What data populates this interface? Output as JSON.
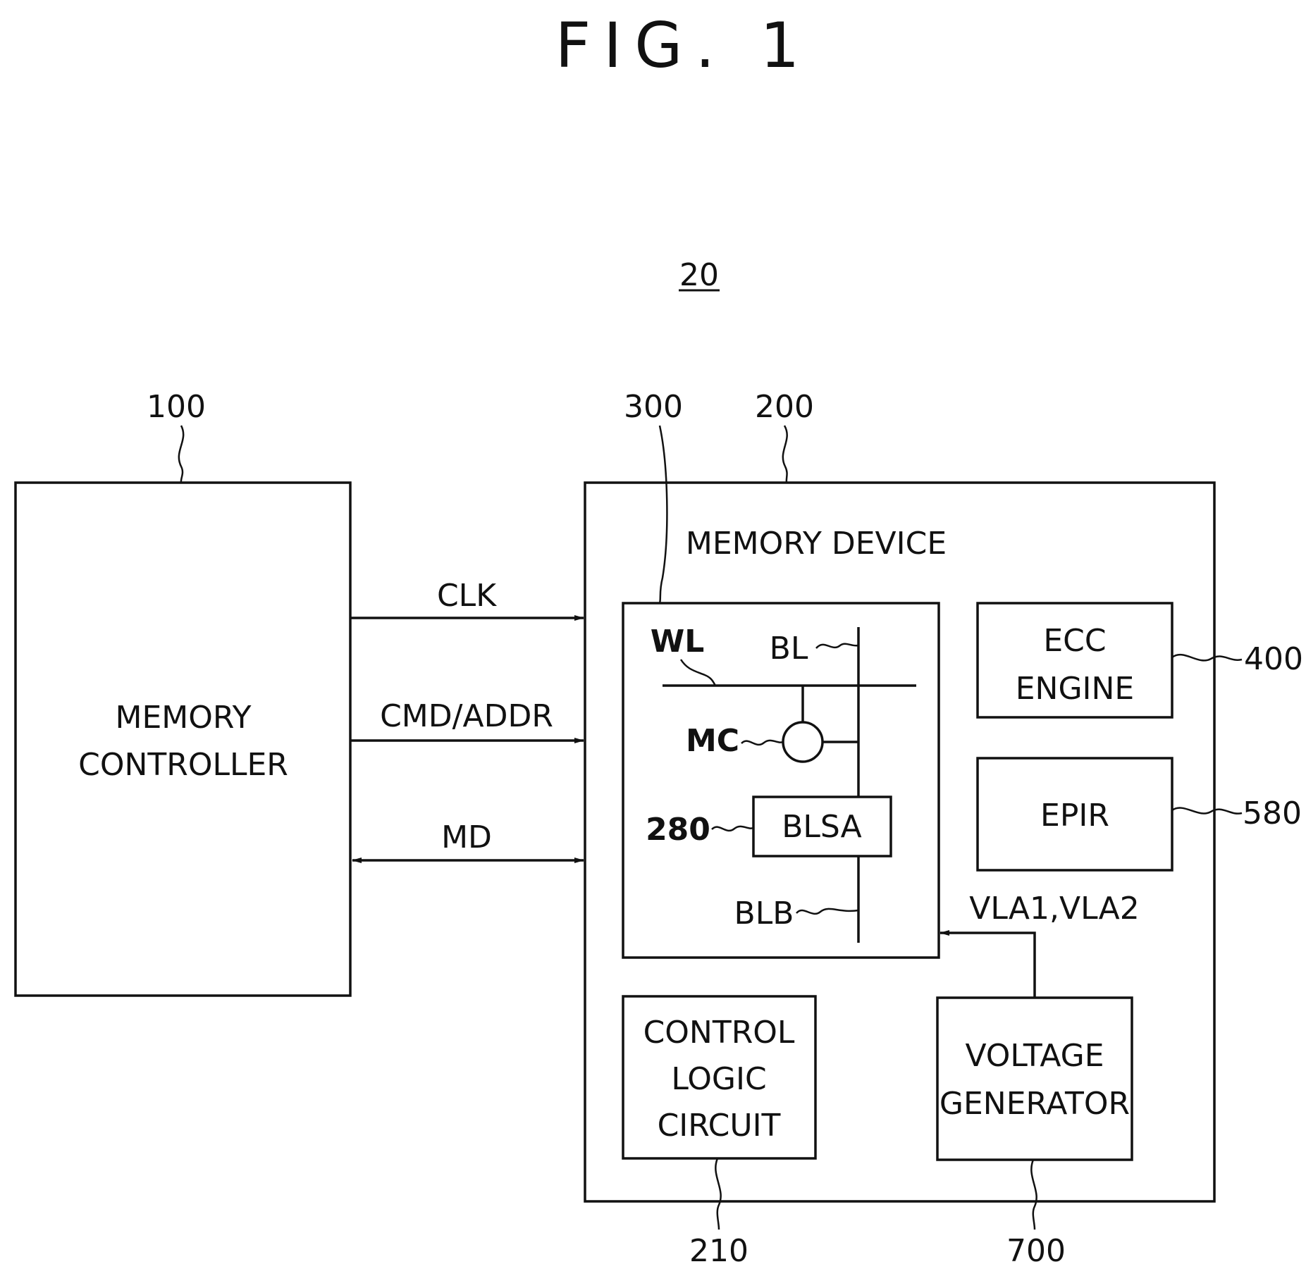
{
  "figure_title": "FIG. 1",
  "system_ref": "20",
  "refs": {
    "memory_controller": "100",
    "memory_device": "200",
    "memory_cell_array": "300",
    "ecc_engine": "400",
    "epir": "580",
    "control_logic": "210",
    "voltage_generator": "700",
    "blsa": "280"
  },
  "blocks": {
    "memory_controller": [
      "MEMORY",
      "CONTROLLER"
    ],
    "memory_device": "MEMORY DEVICE",
    "ecc_engine": [
      "ECC",
      "ENGINE"
    ],
    "epir": "EPIR",
    "control_logic": [
      "CONTROL",
      "LOGIC",
      "CIRCUIT"
    ],
    "voltage_generator": [
      "VOLTAGE",
      "GENERATOR"
    ],
    "blsa": "BLSA"
  },
  "cell_labels": {
    "wl": "WL",
    "bl": "BL",
    "mc": "MC",
    "blb": "BLB"
  },
  "signals": {
    "clk": "CLK",
    "cmd_addr": "CMD/ADDR",
    "md": "MD",
    "vla": "VLA1,VLA2"
  }
}
